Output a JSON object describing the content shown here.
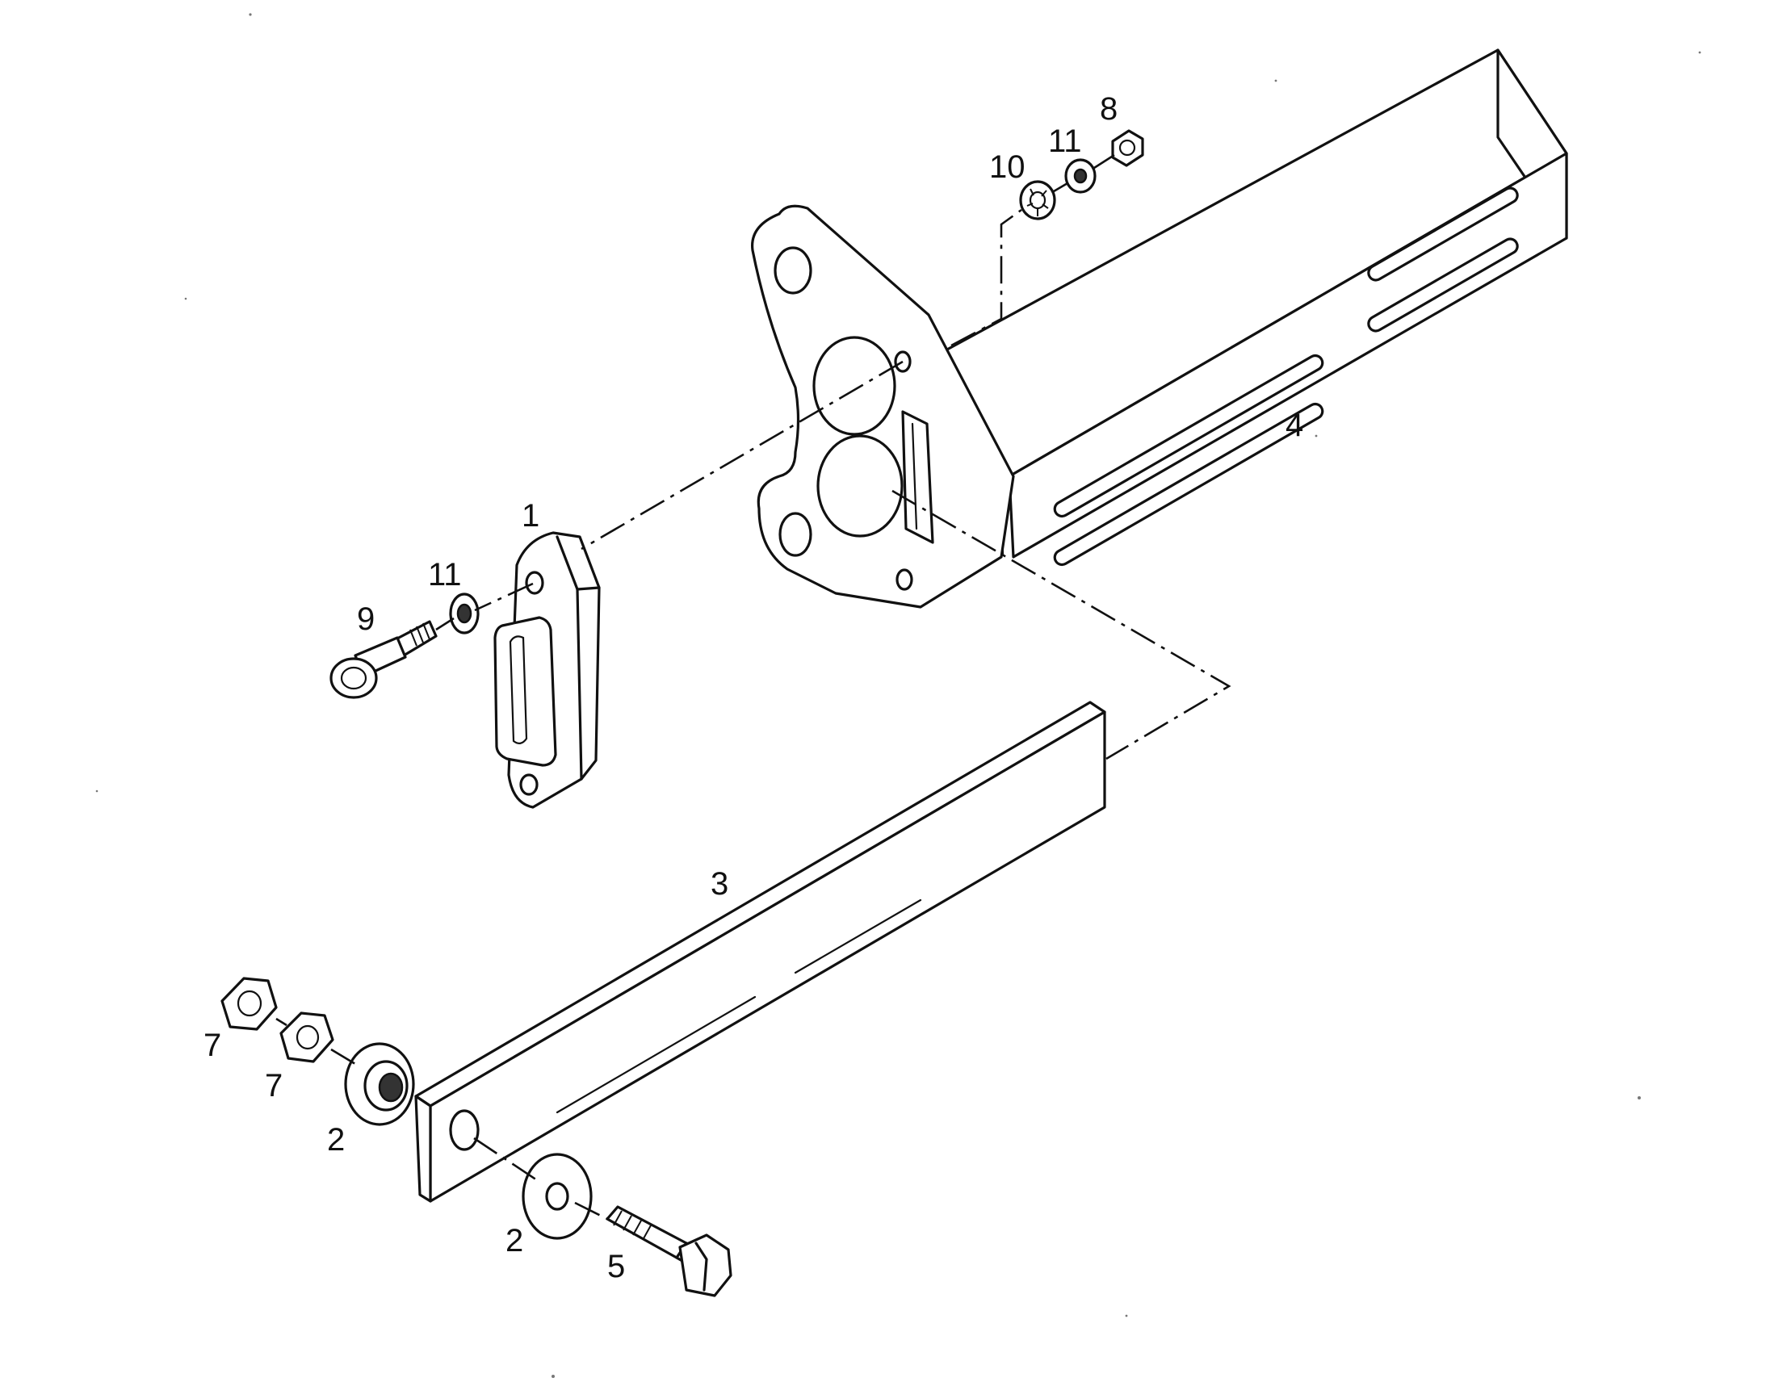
{
  "callouts": [
    {
      "id": "c1",
      "text": "1"
    },
    {
      "id": "c2a",
      "text": "2"
    },
    {
      "id": "c2b",
      "text": "2"
    },
    {
      "id": "c3",
      "text": "3"
    },
    {
      "id": "c4",
      "text": "4"
    },
    {
      "id": "c5",
      "text": "5"
    },
    {
      "id": "c7a",
      "text": "7"
    },
    {
      "id": "c7b",
      "text": "7"
    },
    {
      "id": "c8",
      "text": "8"
    },
    {
      "id": "c9",
      "text": "9"
    },
    {
      "id": "c10",
      "text": "10"
    },
    {
      "id": "c11a",
      "text": "11"
    },
    {
      "id": "c11b",
      "text": "11"
    }
  ],
  "colors": {
    "ink": "#111111",
    "paper": "#ffffff"
  }
}
